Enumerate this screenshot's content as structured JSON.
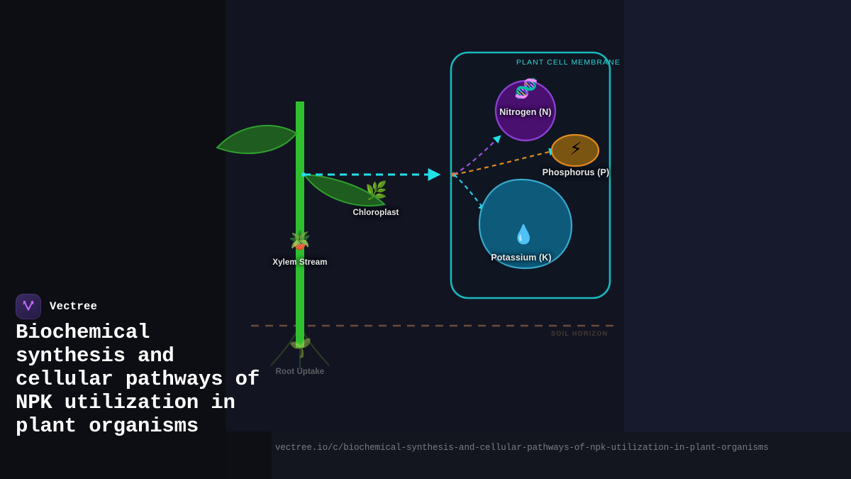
{
  "brand": {
    "name": "Vectree",
    "logo_icon": "vectree-tree-icon",
    "logo_bg": "#2b1f4d",
    "logo_accent": "#c46bff"
  },
  "headline": "Biochemical synthesis and cellular pathways of NPK utilization in plant organisms",
  "url": "vectree.io/c/biochemical-synthesis-and-cellular-pathways-of-npk-utilization-in-plant-organisms",
  "diagram": {
    "membrane_label": "PLANT CELL MEMBRANE",
    "membrane_color": "#17b8bd",
    "soil_label": "SOIL HORIZON",
    "soil_color": "#5c4035",
    "stem_color": "#2fbf2f",
    "leaf_fill": "#1f5c1f",
    "leaf_stroke": "#2fa02f",
    "transport_color": "#21e0e8",
    "nodes": [
      {
        "id": "root-uptake",
        "label": "Root Uptake",
        "icon": "seedling-emoji",
        "glyph": "🌱",
        "state": "dimmed"
      },
      {
        "id": "xylem-stream",
        "label": "Xylem Stream",
        "icon": "potted-plant-emoji",
        "glyph": "🪴",
        "state": "active"
      },
      {
        "id": "chloroplast",
        "label": "Chloroplast",
        "icon": "herb-emoji",
        "glyph": "🌿",
        "state": "active"
      },
      {
        "id": "nitrogen",
        "label": "Nitrogen (N)",
        "icon": "dna-emoji",
        "glyph": "🧬",
        "shape": "circle",
        "fill": "#4a1070",
        "stroke": "#8b3fd1"
      },
      {
        "id": "phosphorus",
        "label": "Phosphorus (P)",
        "icon": "high-voltage-emoji",
        "glyph": "⚡",
        "shape": "ellipse",
        "fill": "#7a5512",
        "stroke": "#e08a1e"
      },
      {
        "id": "potassium",
        "label": "Potassium (K)",
        "icon": "droplet-emoji",
        "glyph": "💧",
        "shape": "blob",
        "fill": "#0d5a7a",
        "stroke": "#3aa8cc"
      }
    ],
    "flows": [
      {
        "id": "stem-to-cell",
        "from": "chloroplast",
        "to": "cell-membrane",
        "color": "#21e0e8",
        "style": "dashed"
      },
      {
        "id": "branch-nitrogen",
        "from": "cell-entry",
        "to": "nitrogen",
        "color": "#a24fe0",
        "style": "dashed"
      },
      {
        "id": "branch-phosphorus",
        "from": "cell-entry",
        "to": "phosphorus",
        "color": "#e08a1e",
        "style": "dashed"
      },
      {
        "id": "branch-potassium",
        "from": "cell-entry",
        "to": "potassium",
        "color": "#21c9e8",
        "style": "dashed"
      }
    ]
  }
}
